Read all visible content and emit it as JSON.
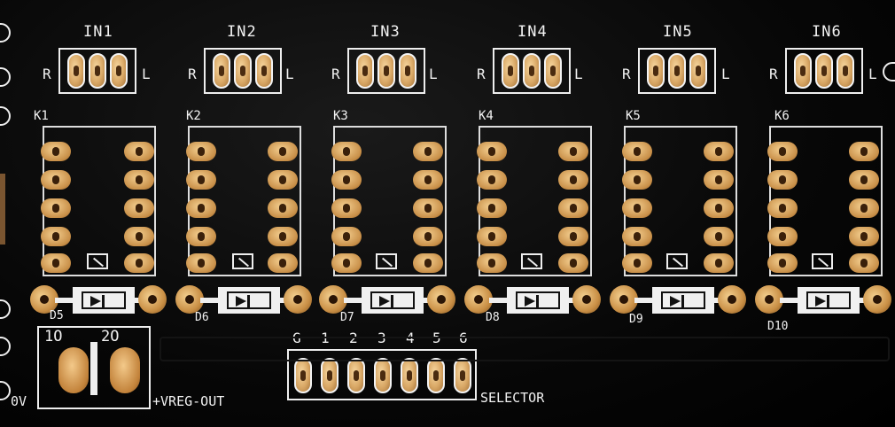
{
  "inputs": [
    {
      "label": "IN1",
      "left": "R",
      "right": "L"
    },
    {
      "label": "IN2",
      "left": "R",
      "right": "L"
    },
    {
      "label": "IN3",
      "left": "R",
      "right": "L"
    },
    {
      "label": "IN4",
      "left": "R",
      "right": "L"
    },
    {
      "label": "IN5",
      "left": "R",
      "right": "L"
    },
    {
      "label": "IN6",
      "left": "R",
      "right": "L"
    }
  ],
  "relays": [
    "K1",
    "K2",
    "K3",
    "K4",
    "K5",
    "K6"
  ],
  "diodes": [
    "D5",
    "D6",
    "D7",
    "D8",
    "D9",
    "D10"
  ],
  "power": {
    "pin1": "1O",
    "pin2": "2O",
    "zero_label": "0V",
    "vreg_label": "+VREG-OUT"
  },
  "selector": {
    "pins": [
      "G",
      "1",
      "2",
      "3",
      "4",
      "5",
      "6"
    ],
    "label": "SELECTOR"
  },
  "colors": {
    "board": "#0a0a0a",
    "silkscreen": "#f2f2f2",
    "pad": "#d9a866"
  }
}
